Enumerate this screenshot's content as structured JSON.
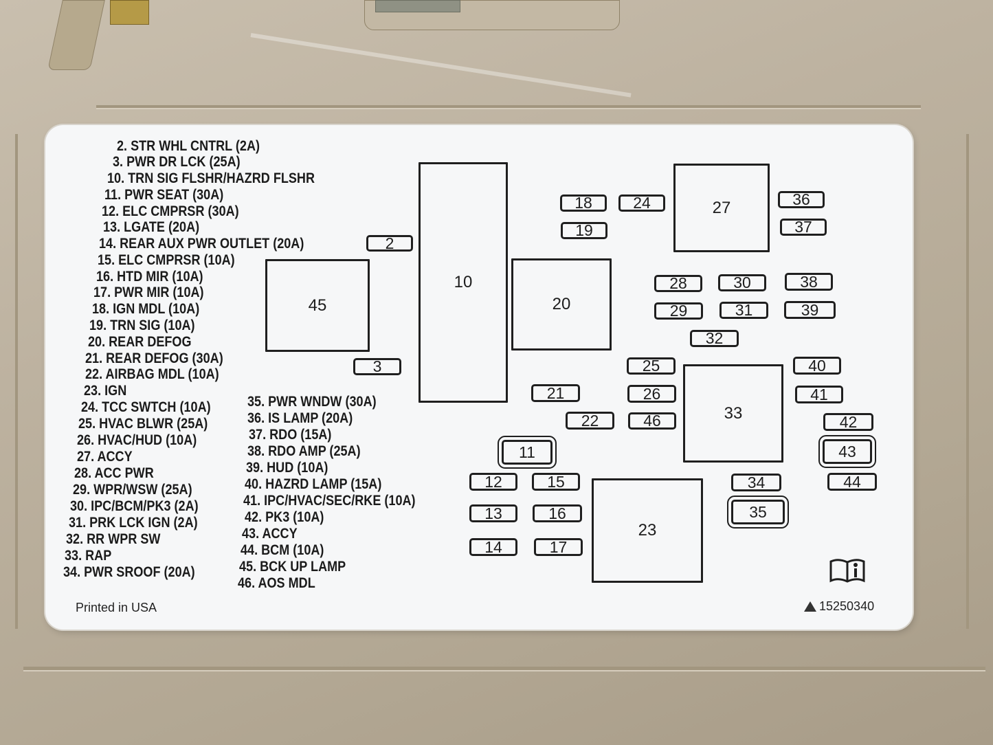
{
  "legend": [
    "2. STR WHL CNTRL (2A)",
    "3. PWR DR LCK (25A)",
    "10. TRN SIG FLSHR/HAZRD FLSHR",
    "11. PWR SEAT (30A)",
    "12. ELC CMPRSR (30A)",
    "13. LGATE (20A)",
    "14. REAR AUX PWR OUTLET (20A)",
    "15. ELC CMPRSR (10A)",
    "16. HTD MIR (10A)",
    "17. PWR MIR (10A)",
    "18. IGN MDL (10A)",
    "19. TRN SIG (10A)",
    "20. REAR DEFOG",
    "21. REAR DEFOG (30A)",
    "22. AIRBAG MDL (10A)",
    "23. IGN",
    "24. TCC SWTCH (10A)",
    "25. HVAC BLWR (25A)",
    "26. HVAC/HUD (10A)",
    "27. ACCY",
    "28. ACC PWR",
    "29. WPR/WSW (25A)",
    "30. IPC/BCM/PK3 (2A)",
    "31. PRK LCK IGN (2A)",
    "32. RR WPR SW",
    "33. RAP",
    "34. PWR SROOF (20A)",
    "35. PWR WNDW (30A)",
    "36. IS LAMP (20A)",
    "37. RDO (15A)",
    "38. RDO AMP (25A)",
    "39. HUD (10A)",
    "40. HAZRD LAMP (15A)",
    "41. IPC/HVAC/SEC/RKE (10A)",
    "42. PK3 (10A)",
    "43. ACCY",
    "44. BCM (10A)",
    "45. BCK UP LAMP",
    "46. AOS MDL"
  ],
  "fuses": [
    "2",
    "3",
    "11",
    "12",
    "13",
    "14",
    "15",
    "16",
    "17",
    "18",
    "19",
    "21",
    "22",
    "24",
    "25",
    "26",
    "28",
    "29",
    "30",
    "31",
    "32",
    "34",
    "35",
    "36",
    "37",
    "38",
    "39",
    "40",
    "41",
    "42",
    "43",
    "44",
    "46"
  ],
  "relays": [
    "10",
    "20",
    "23",
    "27",
    "33",
    "45"
  ],
  "footer": {
    "printed": "Printed in USA",
    "part_number": "15250340"
  },
  "icons": [
    "info-book-icon",
    "recycle-triangle-icon"
  ]
}
